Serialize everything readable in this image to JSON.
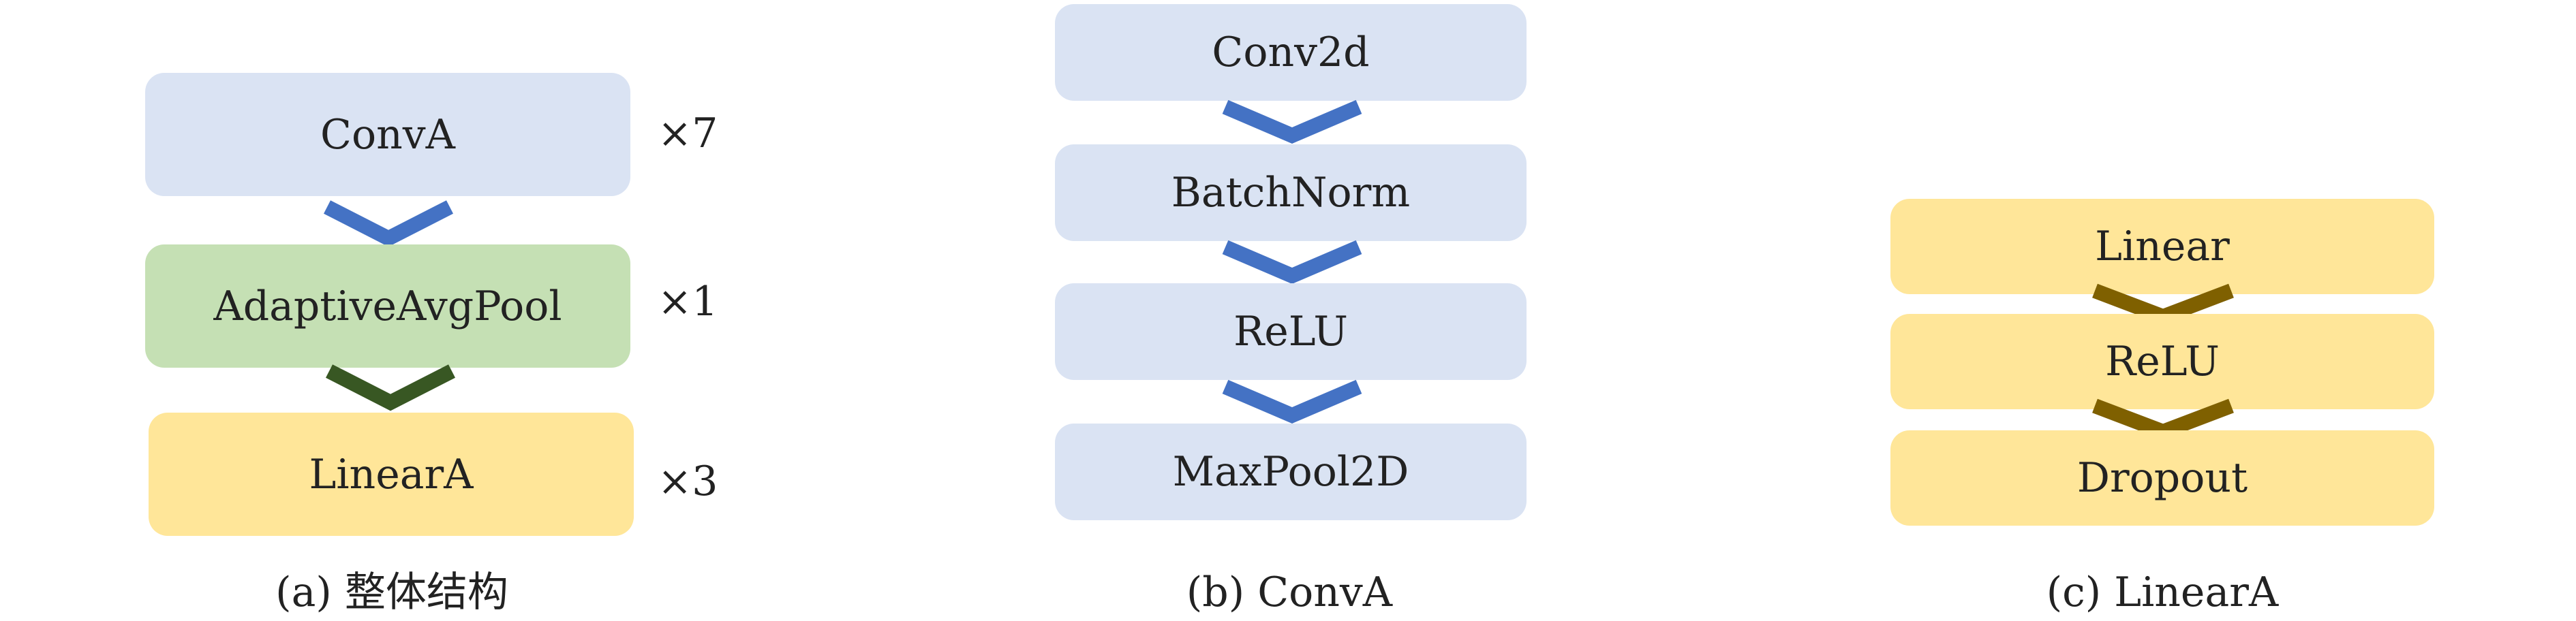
{
  "colors": {
    "blue_box": "#dae3f3",
    "green_box": "#c5e0b4",
    "yellow_box": "#ffe699",
    "blue_arrow": "#4472c4",
    "green_arrow": "#385723",
    "yellow_arrow": "#7f6000"
  },
  "panel_a": {
    "boxes": [
      {
        "label": "ConvA",
        "multiplier": "×7"
      },
      {
        "label": "AdaptiveAvgPool",
        "multiplier": "×1"
      },
      {
        "label": "LinearA",
        "multiplier": "×3"
      }
    ],
    "caption": "(a) 整体结构"
  },
  "panel_b": {
    "boxes": [
      {
        "label": "Conv2d"
      },
      {
        "label": "BatchNorm"
      },
      {
        "label": "ReLU"
      },
      {
        "label": "MaxPool2D"
      }
    ],
    "caption": "(b) ConvA"
  },
  "panel_c": {
    "boxes": [
      {
        "label": "Linear"
      },
      {
        "label": "ReLU"
      },
      {
        "label": "Dropout"
      }
    ],
    "caption": "(c) LinearA"
  }
}
